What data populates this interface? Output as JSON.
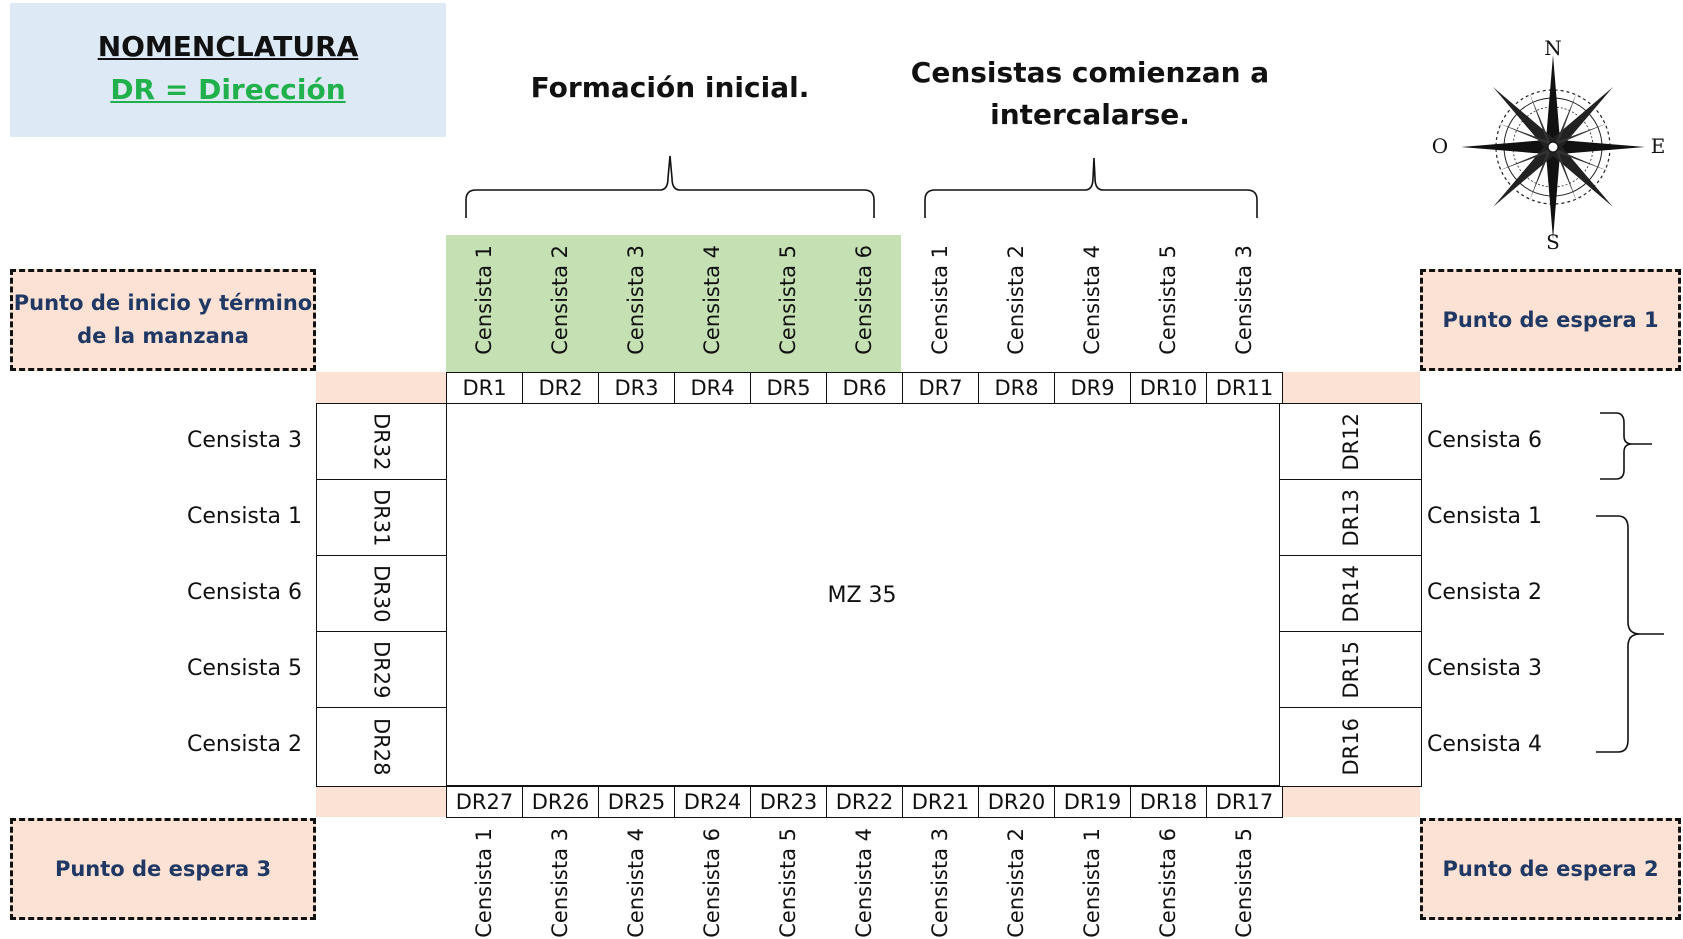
{
  "legend": {
    "title": "NOMENCLATURA",
    "subtitle": "DR = Dirección"
  },
  "headings": {
    "initial": "Formación inicial.",
    "intercalate": "Censistas comienzan a intercalarse."
  },
  "compass": {
    "n": "N",
    "s": "S",
    "e": "E",
    "o": "O",
    "icon": "compass-rose-icon"
  },
  "points": {
    "start": "Punto de inicio y término de la manzana",
    "wait1": "Punto de espera 1",
    "wait2": "Punto de espera 2",
    "wait3": "Punto de espera 3"
  },
  "block_label": "MZ 35",
  "top": {
    "censistas": [
      "Censista 1",
      "Censista 2",
      "Censista 3",
      "Censista 4",
      "Censista 5",
      "Censista 6",
      "Censista 1",
      "Censista 2",
      "Censista 4",
      "Censista 5",
      "Censista 3"
    ],
    "drs": [
      "DR1",
      "DR2",
      "DR3",
      "DR4",
      "DR5",
      "DR6",
      "DR7",
      "DR8",
      "DR9",
      "DR10",
      "DR11"
    ]
  },
  "bottom": {
    "drs": [
      "DR27",
      "DR26",
      "DR25",
      "DR24",
      "DR23",
      "DR22",
      "DR21",
      "DR20",
      "DR19",
      "DR18",
      "DR17"
    ],
    "censistas": [
      "Censista 1",
      "Censista 3",
      "Censista 4",
      "Censista 6",
      "Censista 5",
      "Censista 4",
      "Censista 3",
      "Censista 2",
      "Censista 1",
      "Censista 6",
      "Censista 5"
    ]
  },
  "left": {
    "drs": [
      "DR32",
      "DR31",
      "DR30",
      "DR29",
      "DR28"
    ],
    "censistas": [
      "Censista 3",
      "Censista 1",
      "Censista 6",
      "Censista 5",
      "Censista 2"
    ]
  },
  "right": {
    "drs": [
      "DR12",
      "DR13",
      "DR14",
      "DR15",
      "DR16"
    ],
    "censistas": [
      "Censista 6",
      "Censista 1",
      "Censista 2",
      "Censista 3",
      "Censista 4"
    ]
  },
  "colors": {
    "peach": "#fbe2d5",
    "green": "#c5e0b3",
    "legend_bg": "#dde9f5",
    "accent_green": "#21b14c",
    "navy": "#1f3864",
    "circle": "#e00000"
  }
}
